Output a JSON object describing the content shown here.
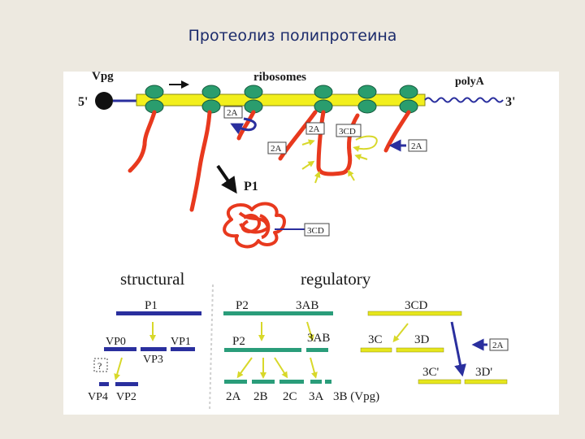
{
  "title": "Протеолиз полипротеина",
  "top": {
    "vpg": "Vpg",
    "five_prime": "5'",
    "ribosomes": "ribosomes",
    "polya": "polyA",
    "three_prime": "3'",
    "p1": "P1",
    "box_2a_a": "2A",
    "box_2a_b": "2A",
    "box_2a_c": "2A",
    "box_3cd_a": "3CD",
    "box_2a_d": "2A",
    "box_3cd_b": "3CD"
  },
  "bottom": {
    "structural": "structural",
    "regulatory": "regulatory",
    "p1": "P1",
    "vp0": "VP0",
    "vp1": "VP1",
    "vp3": "VP3",
    "question": "?",
    "vp4": "VP4",
    "vp2": "VP2",
    "p2_a": "P2",
    "ab3_a": "3AB",
    "p2_b": "P2",
    "ab3_b": "3AB",
    "p2_2a": "2A",
    "p2_2b": "2B",
    "p2_2c": "2C",
    "p2_3a": "3A",
    "p2_3b": "3B (Vpg)",
    "cd3": "3CD",
    "c3": "3C",
    "d3": "3D",
    "box_2a": "2A",
    "c3p": "3C'",
    "d3p": "3D'"
  }
}
